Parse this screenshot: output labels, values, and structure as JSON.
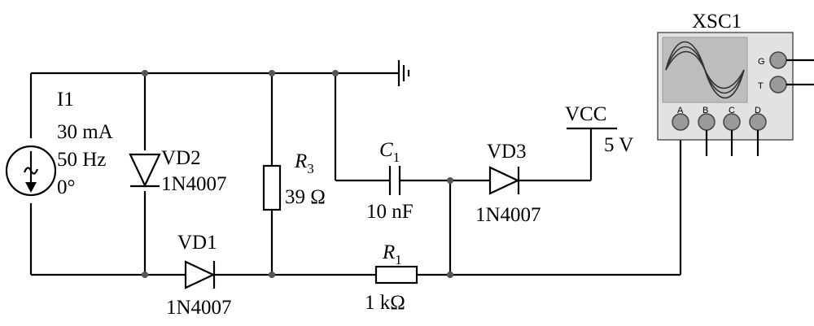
{
  "source": {
    "name": "I1",
    "amplitude": "30 mA",
    "frequency": "50 Hz",
    "phase": "0°"
  },
  "vd2": {
    "name": "VD2",
    "model": "1N4007"
  },
  "vd1": {
    "name": "VD1",
    "model": "1N4007"
  },
  "vd3": {
    "name": "VD3",
    "model": "1N4007"
  },
  "r3": {
    "letter": "R",
    "sub": "3",
    "value": "39 Ω"
  },
  "c1": {
    "letter": "C",
    "sub": "1",
    "value": "10 nF"
  },
  "r1": {
    "letter": "R",
    "sub": "1",
    "value": "1 kΩ"
  },
  "vcc": {
    "name": "VCC",
    "value": "5 V"
  },
  "scope": {
    "name": "XSC1",
    "terminals": [
      "A",
      "B",
      "C",
      "D"
    ],
    "trigger_labels": [
      "G",
      "T"
    ]
  }
}
